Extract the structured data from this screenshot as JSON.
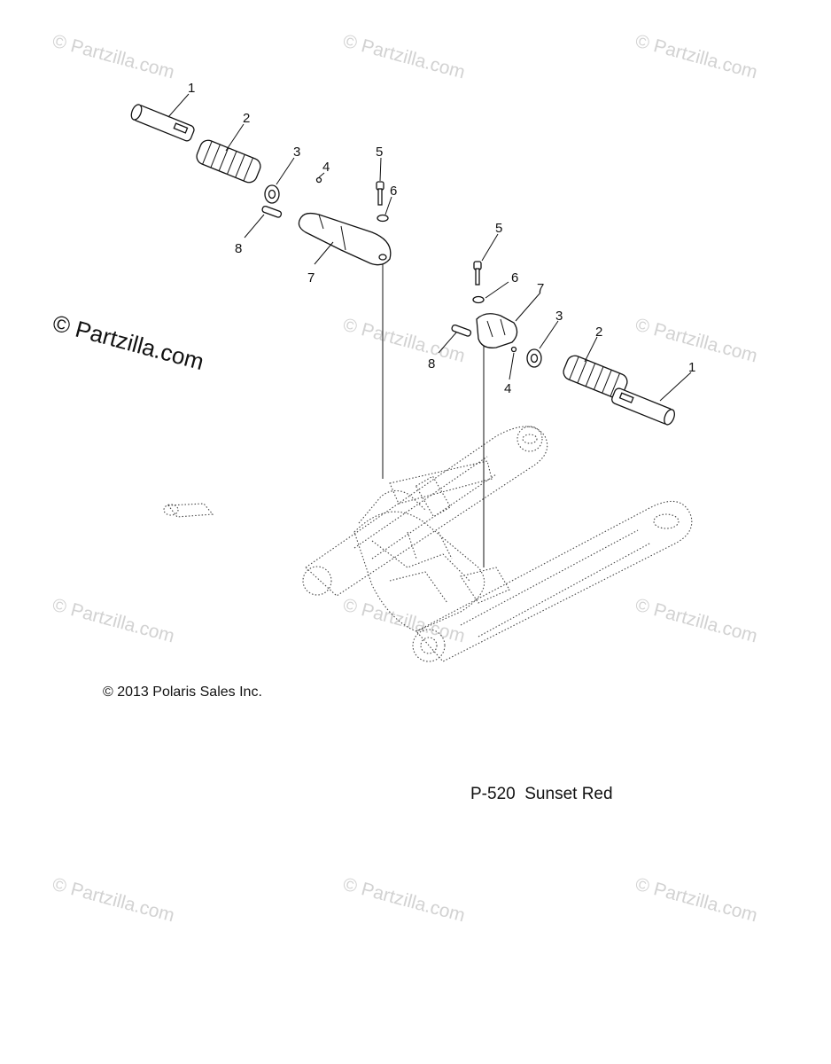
{
  "watermark": {
    "text": "Partzilla.com",
    "symbol": "©",
    "main_text": "© Partzilla.com"
  },
  "callouts": {
    "left_1": "1",
    "left_2": "2",
    "left_3": "3",
    "left_4": "4",
    "left_5": "5",
    "left_6": "6",
    "left_7": "7",
    "left_8": "8",
    "right_1": "1",
    "right_2": "2",
    "right_3": "3",
    "right_4": "4",
    "right_5": "5",
    "right_6": "6",
    "right_7": "7",
    "right_8": "8"
  },
  "copyright": "© 2013 Polaris Sales Inc.",
  "paint_code": "P-520  Sunset Red",
  "colors": {
    "line": "#111111",
    "watermark": "#d2d2d2",
    "background": "#ffffff"
  }
}
